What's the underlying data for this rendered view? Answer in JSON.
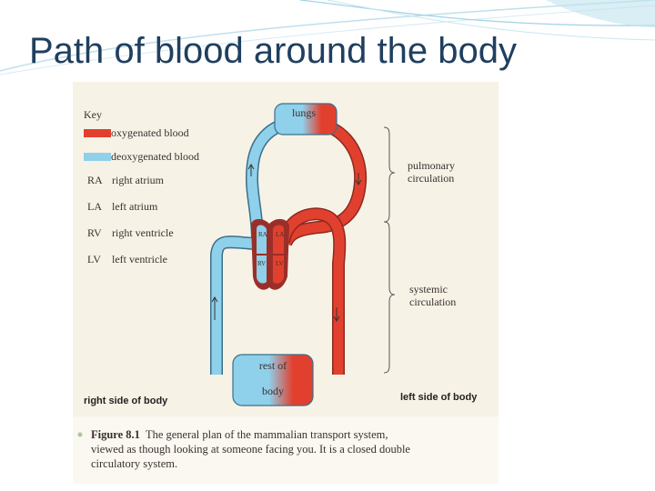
{
  "slide": {
    "title": "Path of blood around the body"
  },
  "figure": {
    "key": {
      "heading": "Key",
      "oxygenated": "oxygenated blood",
      "deoxygenated": "deoxygenated blood",
      "rows": [
        {
          "abbr": "RA",
          "label": "right atrium"
        },
        {
          "abbr": "LA",
          "label": "left atrium"
        },
        {
          "abbr": "RV",
          "label": "right ventricle"
        },
        {
          "abbr": "LV",
          "label": "left ventricle"
        }
      ]
    },
    "lungs_label": "lungs",
    "body_label_top": "rest of",
    "body_label_bottom": "body",
    "pulmonary_label": [
      "pulmonary",
      "circulation"
    ],
    "systemic_label": [
      "systemic",
      "circulation"
    ],
    "right_side": "right side of body",
    "left_side": "left side of body",
    "heart_labels": {
      "ra": "RA",
      "la": "LA",
      "rv": "RV",
      "lv": "LV"
    },
    "caption": {
      "number": "Figure 8.1",
      "line1": "The general plan of the mammalian transport system,",
      "line2": "viewed as though looking at someone facing you. It is a closed double",
      "line3": "circulatory system."
    },
    "colors": {
      "oxygenated": "#e2402e",
      "deoxygenated": "#8fd0ea",
      "heart": "#9a2f2a",
      "paper": "#f7f2e6"
    }
  }
}
